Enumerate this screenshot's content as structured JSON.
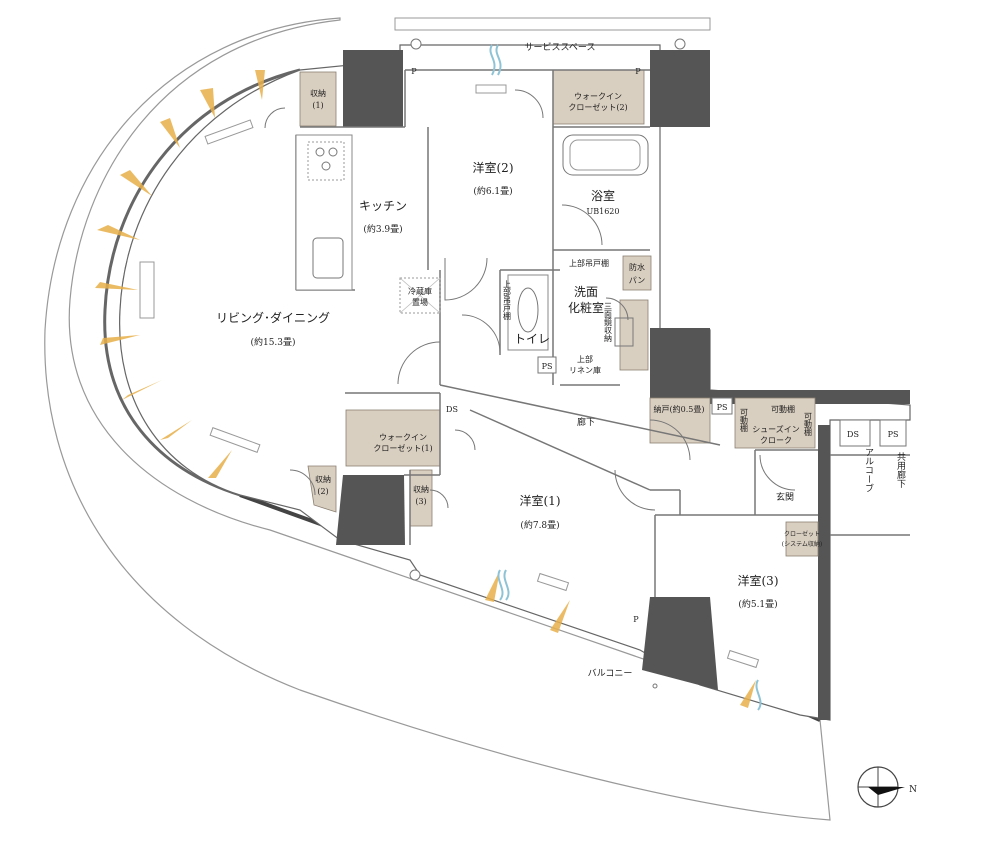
{
  "rooms": {
    "service_space": "サービススペース",
    "western2_name": "洋室(2)",
    "western2_area": "(約6.1畳)",
    "wic2": "ウォークイン\nクローゼット(2)",
    "storage1": "収納\n(1)",
    "bath_name": "浴室",
    "bath_size": "UB1620",
    "kitchen_name": "キッチン",
    "kitchen_area": "(約3.9畳)",
    "waterproof_pan": "防水パン",
    "upper_hanging": "上部吊戸棚",
    "washroom": "洗面\n化粧室",
    "fridge": "冷蔵庫\n置場",
    "upper_hanging_v": "上部吊戸棚",
    "toilet": "トイレ",
    "mirror_storage": "三面鏡収納",
    "linen": "上部\nリネン庫",
    "ps1": "PS",
    "living_name": "リビング･ダイニング",
    "living_area": "(約15.3畳)",
    "ds1": "DS",
    "wic1": "ウォークイン\nクローゼット(1)",
    "corridor": "廊下",
    "closet_small": "納戸(約0.5畳)",
    "ps2": "PS",
    "movable_shelf": "可動棚",
    "movable_shelf_v1": "可動棚",
    "movable_shelf_v2": "可動棚",
    "shoes_in": "シューズイン\nクローク",
    "ds2": "DS",
    "ps3": "PS",
    "storage2": "収納\n(2)",
    "storage3": "収納\n(3)",
    "western1_name": "洋室(1)",
    "western1_area": "(約7.8畳)",
    "entrance": "玄関",
    "alcove": "アルコーブ",
    "common_corridor": "共用廊下",
    "closet_system": "クローゼット\n(システム収納)",
    "western3_name": "洋室(3)",
    "western3_area": "(約5.1畳)",
    "balcony": "バルコニー",
    "p_mark": "P",
    "compass": "N"
  },
  "colors": {
    "wall": "#555555",
    "storage": "#d9cfc0",
    "light": "#e8b04a",
    "wind": "#8ec3d6"
  }
}
